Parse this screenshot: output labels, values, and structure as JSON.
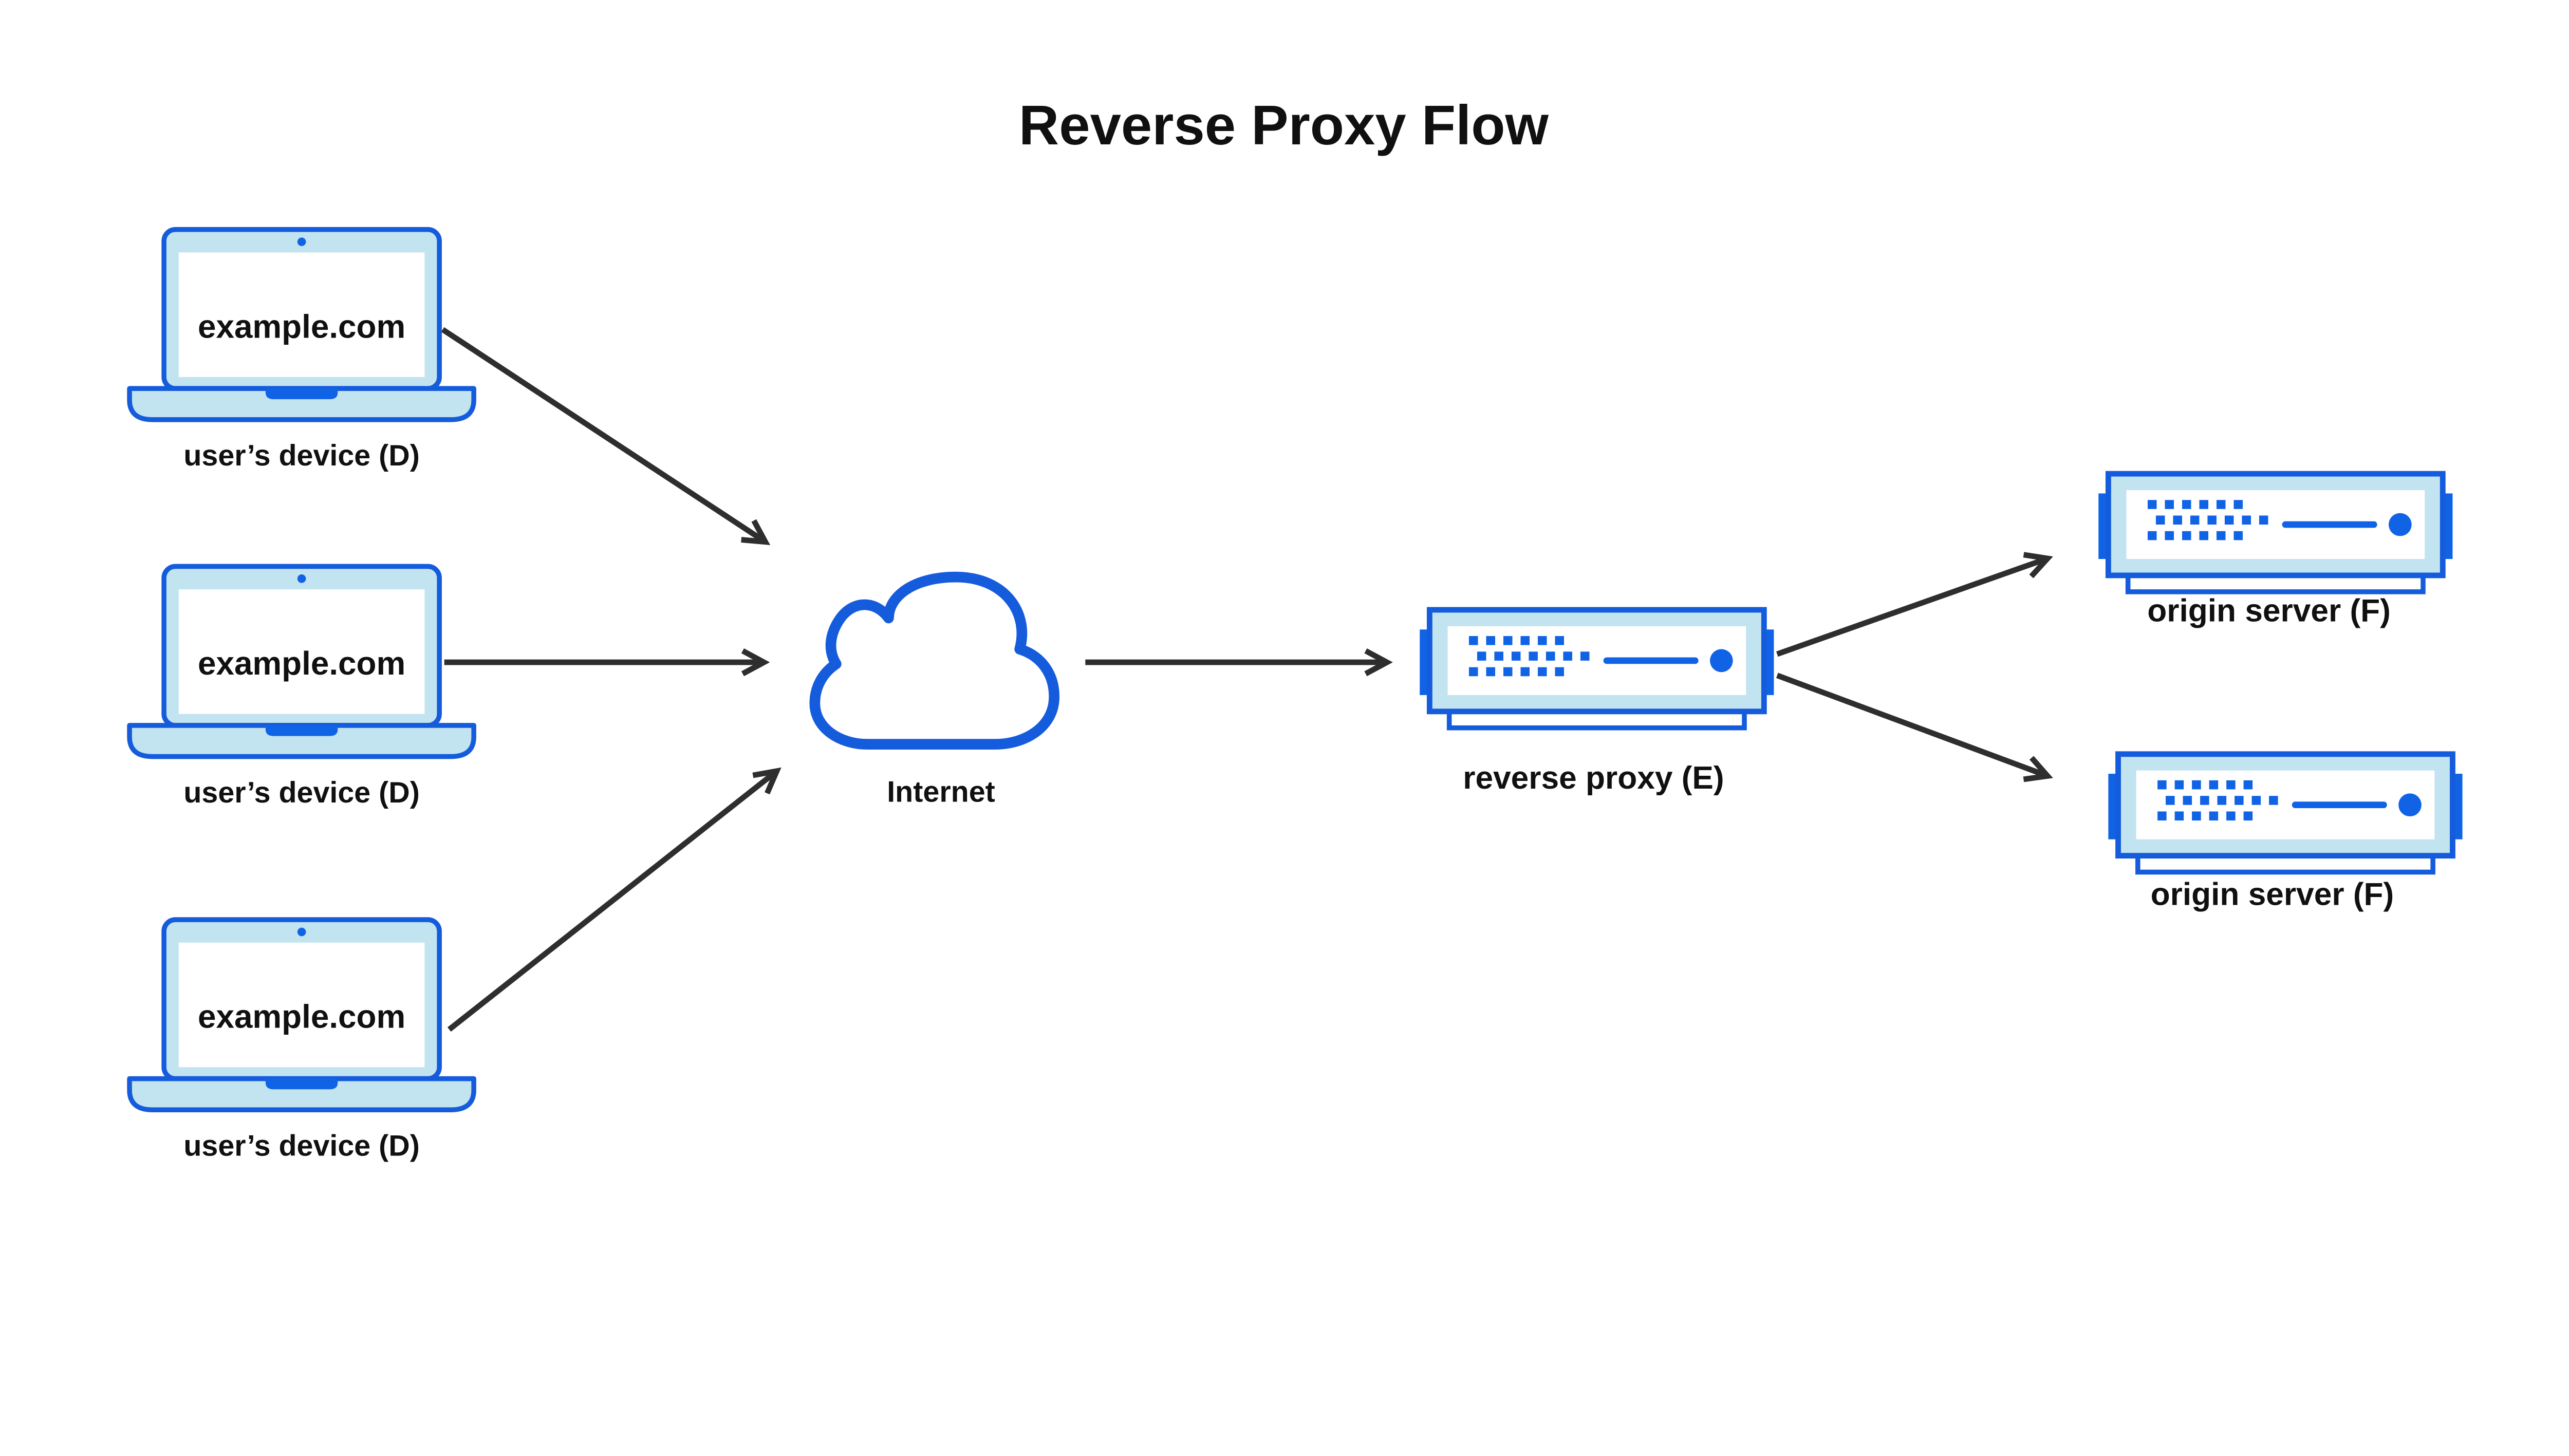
{
  "title": "Reverse Proxy Flow",
  "devices": [
    {
      "screen_text": "example.com",
      "label": "user’s device (D)"
    },
    {
      "screen_text": "example.com",
      "label": "user’s device (D)"
    },
    {
      "screen_text": "example.com",
      "label": "user’s device (D)"
    }
  ],
  "internet": {
    "label": "Internet"
  },
  "reverse_proxy": {
    "label": "reverse proxy (E)"
  },
  "origin_servers": [
    {
      "label": "origin server (F)"
    },
    {
      "label": "origin server (F)"
    }
  ],
  "icons": {
    "device": "laptop-icon",
    "internet": "cloud-icon",
    "server": "server-icon"
  },
  "colors": {
    "accent_stroke": "#155CDD",
    "accent_solid": "#1163E6",
    "light_fill": "#C2E3F0",
    "arrow_color": "#2E2E2E",
    "text_color": "#101010",
    "background": "#FFFFFF"
  }
}
